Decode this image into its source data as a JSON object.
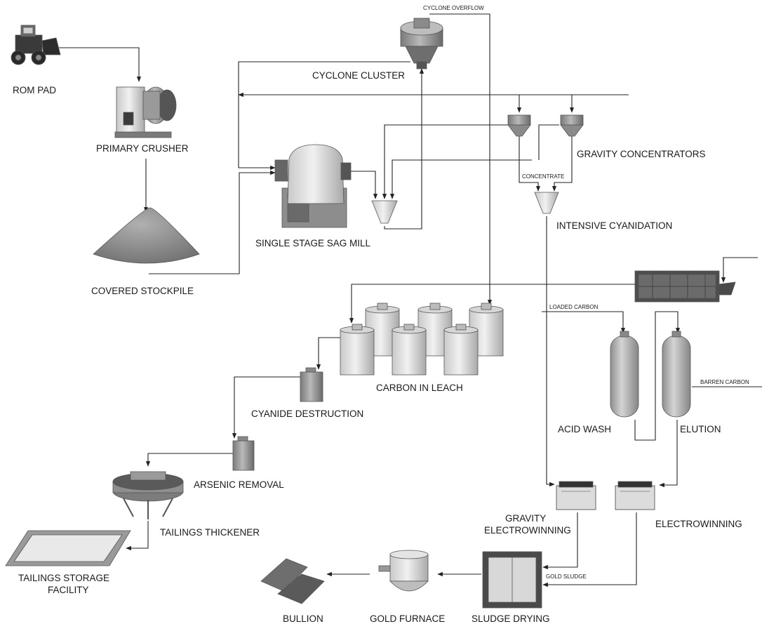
{
  "labels": {
    "rom_pad": "ROM PAD",
    "primary_crusher": "PRIMARY CRUSHER",
    "covered_stockpile": "COVERED STOCKPILE",
    "cyclone_overflow": "CYCLONE OVERFLOW",
    "cyclone_cluster": "CYCLONE CLUSTER",
    "sag_mill": "SINGLE STAGE SAG MILL",
    "gravity_concentrators": "GRAVITY CONCENTRATORS",
    "concentrate": "CONCENTRATE",
    "intensive_cyanidation": "INTENSIVE CYANIDATION",
    "loaded_carbon": "LOADED CARBON",
    "barren_carbon": "BARREN CARBON",
    "carbon_in_leach": "CARBON IN LEACH",
    "cyanide_destruction": "CYANIDE DESTRUCTION",
    "acid_wash": "ACID WASH",
    "elution": "ELUTION",
    "arsenic_removal": "ARSENIC REMOVAL",
    "tailings_thickener": "TAILINGS THICKENER",
    "tailings_storage_1": "TAILINGS STORAGE",
    "tailings_storage_2": "FACILITY",
    "gravity_ew_1": "GRAVITY",
    "gravity_ew_2": "ELECTROWINNING",
    "electrowinning": "ELECTROWINNING",
    "gold_sludge": "GOLD SLUDGE",
    "bullion": "BULLION",
    "gold_furnace": "GOLD FURNACE",
    "sludge_drying": "SLUDGE DRYING"
  },
  "icons": [
    "loader-icon",
    "crusher-icon",
    "stockpile-icon",
    "cyclone-icon",
    "sag-mill-icon",
    "hopper-icon",
    "gravity-concentrator-icon",
    "intensive-cyanidation-cone-icon",
    "kiln-icon",
    "leach-tank-icon",
    "cyanide-destruction-tank-icon",
    "arsenic-removal-tank-icon",
    "thickener-icon",
    "tailings-pond-icon",
    "column-icon",
    "electrowinning-cell-icon",
    "oven-icon",
    "furnace-icon",
    "gold-bar-icon"
  ]
}
